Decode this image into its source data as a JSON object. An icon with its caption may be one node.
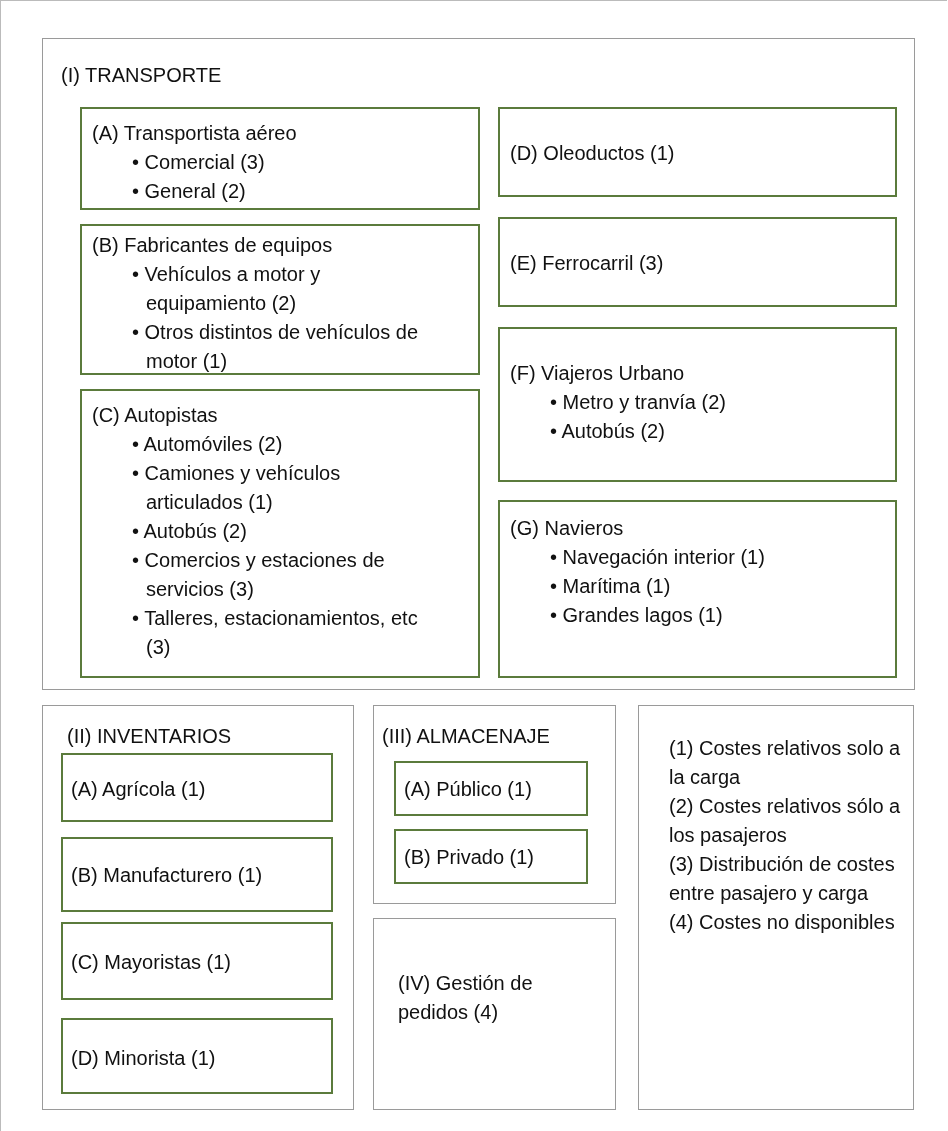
{
  "diagram": {
    "nodes": [
      {
        "text": [
          "(I)  TRANSPORTE"
        ]
      },
      {
        "text": [
          "(A) Transportista aéreo",
          "• Comercial (3)",
          "• General (2)"
        ],
        "in": 0
      },
      {
        "text": [
          "(B) Fabricantes de equipos",
          "• Vehículos a motor y equipamiento (2)",
          "• Otros distintos de vehículos de motor (1)"
        ],
        "in": 0
      },
      {
        "text": [
          "(C) Autopistas",
          "• Automóviles (2)",
          "• Camiones y vehículos articulados (1)",
          "• Autobús (2)",
          "• Comercios y estaciones de servicios (3)",
          "• Talleres, estacionamientos, etc (3)"
        ],
        "in": 0
      },
      {
        "text": [
          "(D) Oleoductos (1)"
        ],
        "in": 0
      },
      {
        "text": [
          "(E) Ferrocarril (3)"
        ],
        "in": 0
      },
      {
        "text": [
          "(F) Viajeros Urbano",
          "• Metro y tranvía (2)",
          "• Autobús (2)"
        ],
        "in": 0
      },
      {
        "text": [
          "(G) Navieros",
          "• Navegación interior (1)",
          "• Marítima (1)",
          "• Grandes lagos (1)"
        ],
        "in": 0
      },
      {
        "text": [
          "(II)  INVENTARIOS"
        ]
      },
      {
        "text": [
          "(A) Agrícola (1)"
        ],
        "in": 8
      },
      {
        "text": [
          "(B) Manufacturero (1)"
        ],
        "in": 8
      },
      {
        "text": [
          "(C) Mayoristas (1)"
        ],
        "in": 8
      },
      {
        "text": [
          "(D) Minorista (1)"
        ],
        "in": 8
      },
      {
        "text": [
          "(III)  ALMACENAJE"
        ]
      },
      {
        "text": [
          "(A) Público (1)"
        ],
        "in": 13
      },
      {
        "text": [
          "(B) Privado (1)"
        ],
        "in": 13
      },
      {
        "text": [
          "(IV)  Gestión de pedidos (4)"
        ]
      },
      {
        "text": [
          "(1) Costes relativos solo a la carga",
          "(2) Costes relativos sólo a los pasajeros",
          "(3) Distribución de costes entre pasajero y carga",
          "(4) Costes no disponibles"
        ]
      }
    ]
  }
}
